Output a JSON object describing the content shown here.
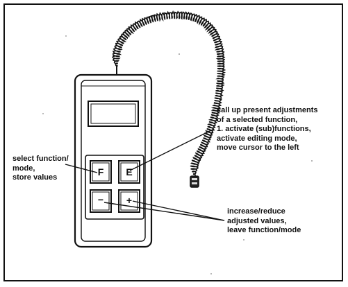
{
  "keys": {
    "f": "F",
    "e": "E",
    "minus": "−",
    "plus": "+"
  },
  "annotations": {
    "call_up": "call up present adjustments\nof a selected function,\n1. activate (sub)functions,\nactivate editing mode,\nmove cursor to the left",
    "select_function": "select function/\nmode,\nstore values",
    "increase_reduce": "increase/reduce\nadjusted values,\nleave function/mode"
  }
}
